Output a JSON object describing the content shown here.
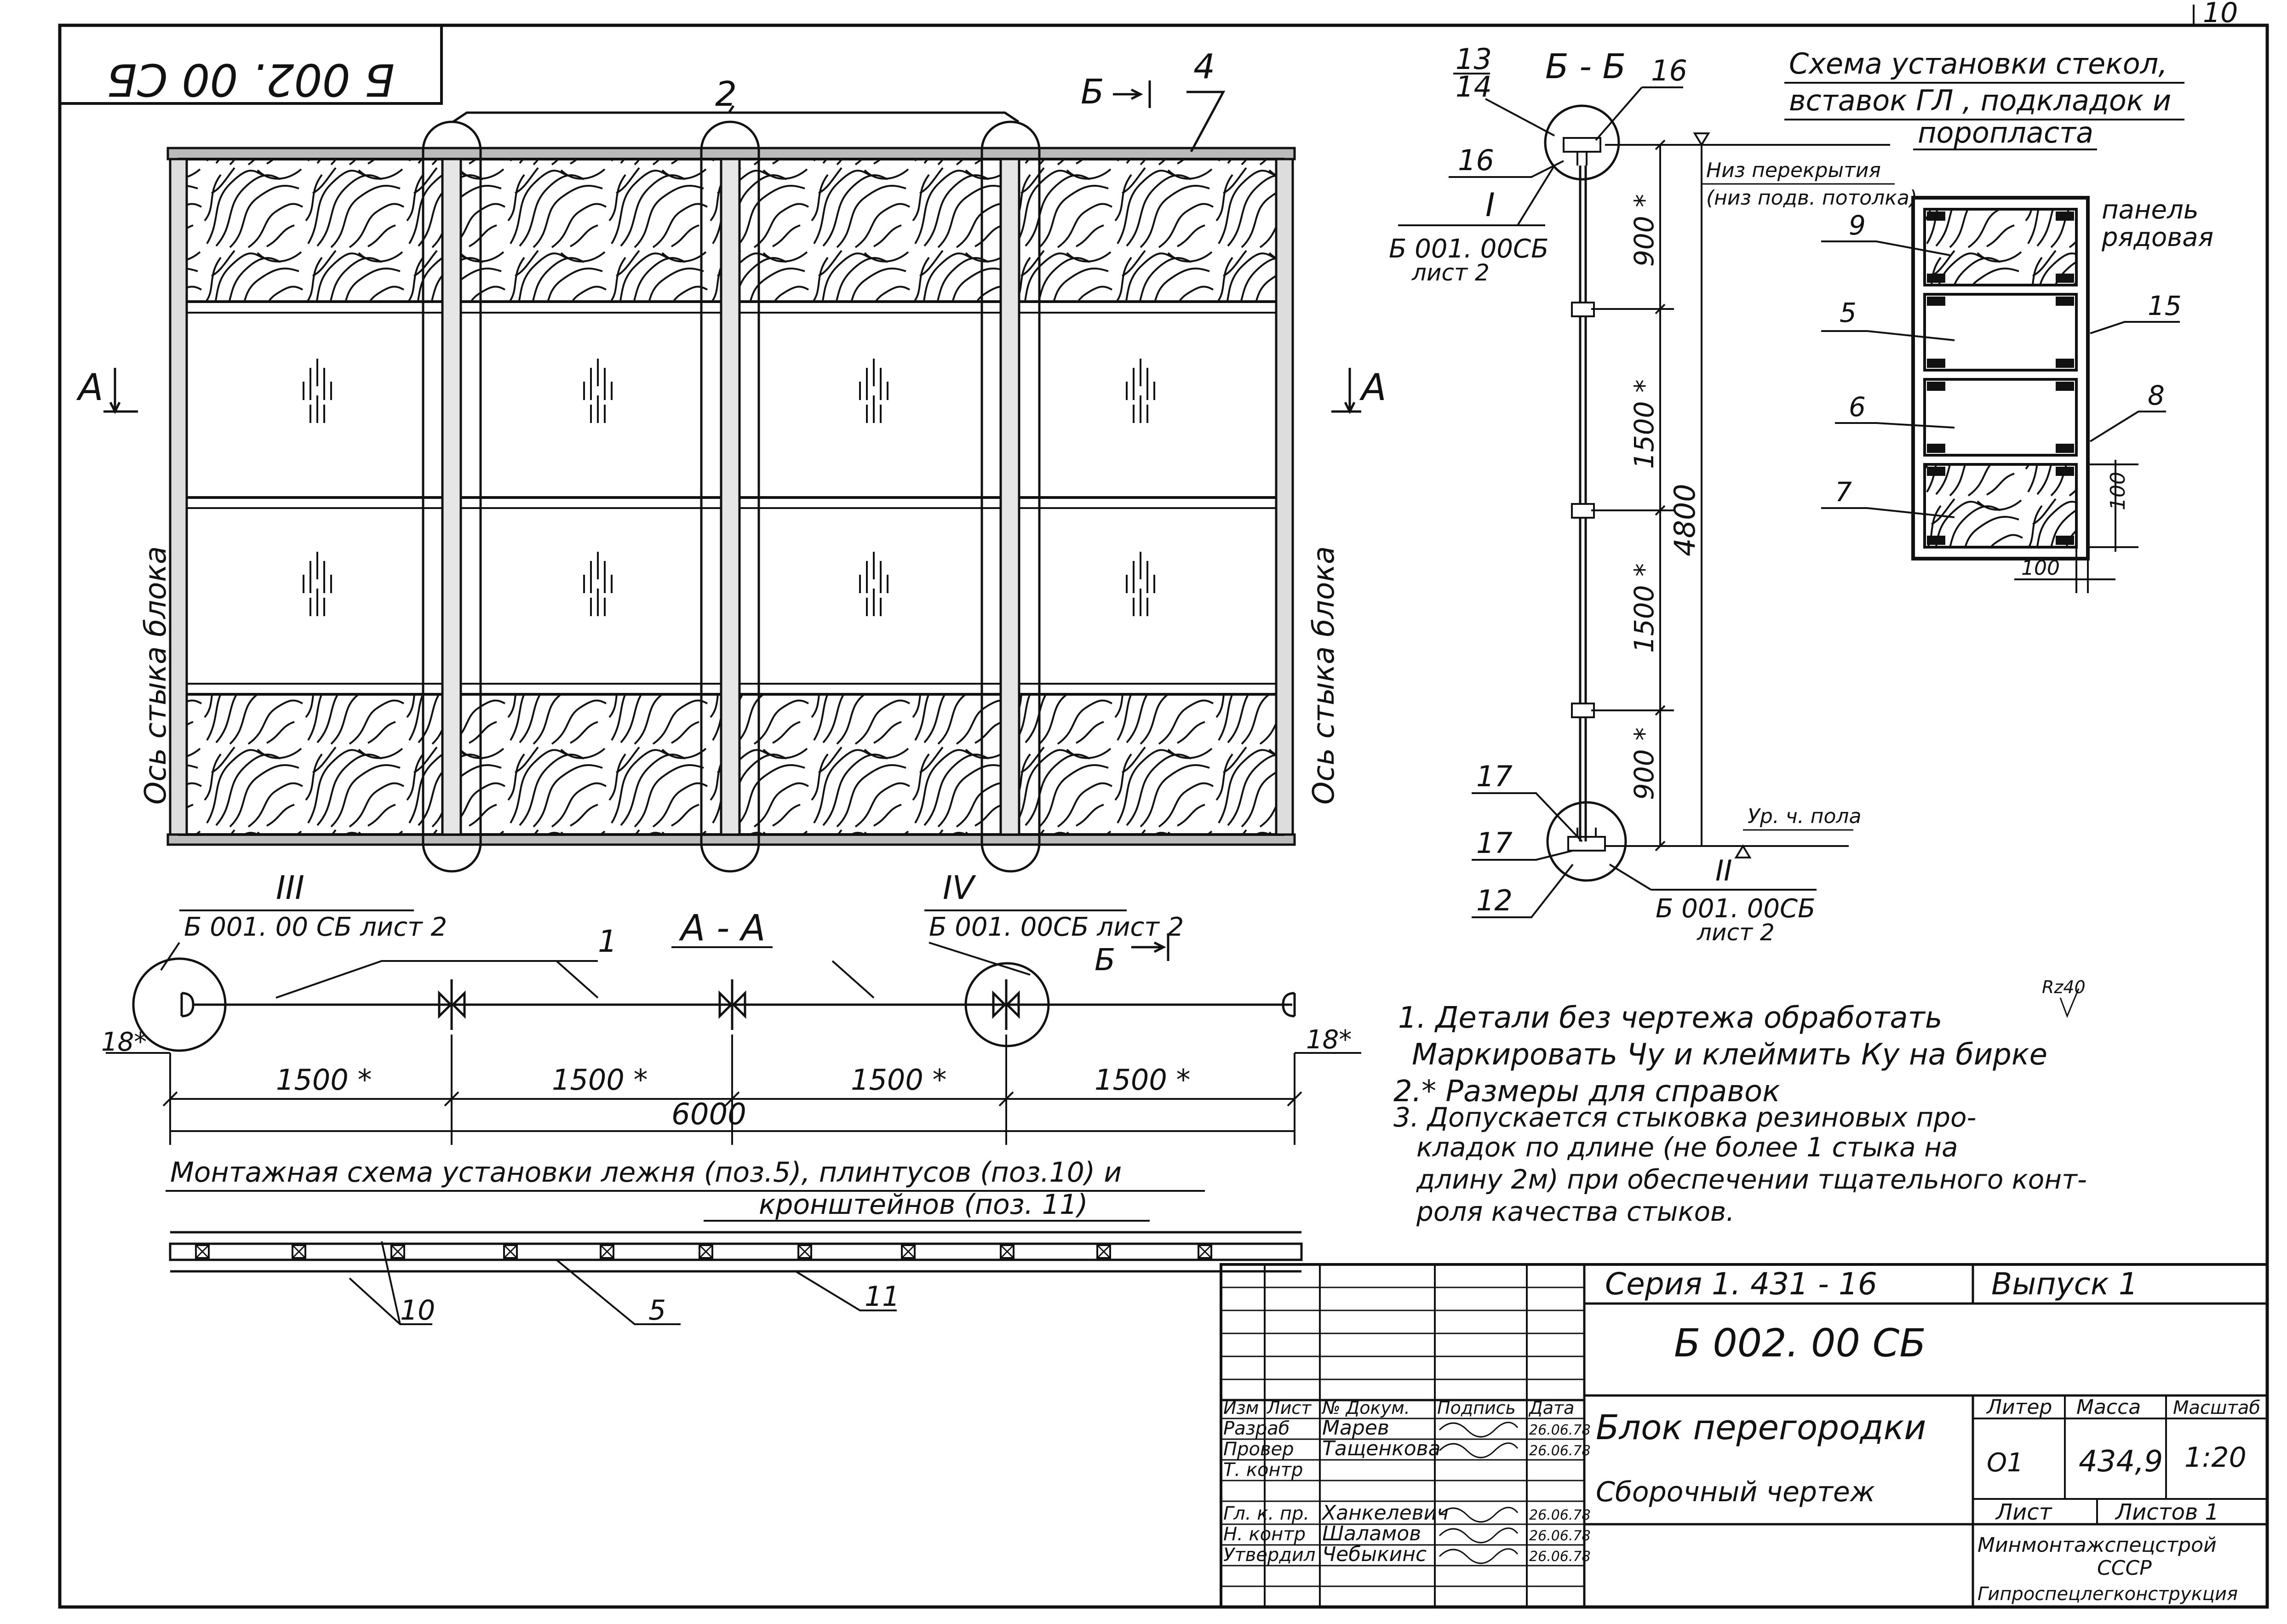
{
  "sheet": {
    "page_number": "10",
    "doc_code": "Б 002. 00 СБ",
    "series": "Серия 1. 431 - 16",
    "issue": "Выпуск 1"
  },
  "elevation": {
    "section_a_marker": "А",
    "section_b_marker": "Б",
    "label_axis_left": "Ось стыка блока",
    "label_axis_right": "Ось стыка блока",
    "pos_2": "2",
    "pos_4": "4"
  },
  "section_bb": {
    "title": "Б - Б",
    "callout_13_14": [
      "13",
      "14"
    ],
    "pos_16": "16",
    "pos_17": "17",
    "pos_12": "12",
    "ceiling_note": [
      "Низ перекрытия",
      "(низ подв. потолка)"
    ],
    "floor_note": "Ур. ч. пола",
    "node_1": {
      "roman": "I",
      "ref": "Б 001. 00СБ",
      "sheet": "лист 2"
    },
    "node_2": {
      "roman": "II",
      "ref": "Б 001. 00СБ",
      "sheet": "лист 2"
    },
    "dims": [
      "900 *",
      "1500 *",
      "1500 *",
      "900 *"
    ],
    "total": "4800"
  },
  "glass_scheme": {
    "title": [
      "Схема установки стекол,",
      "вставок ГЛ , подкладок и",
      "поропласта"
    ],
    "panel_label": [
      "панель",
      "рядовая"
    ],
    "pos": [
      "9",
      "5",
      "6",
      "7",
      "15",
      "8"
    ],
    "dim_v": "100",
    "dim_h": "100"
  },
  "section_aa": {
    "title": "А - А",
    "pos_1": "1",
    "node_3": {
      "roman": "III",
      "ref": "Б 001. 00 СБ лист 2"
    },
    "node_4": {
      "roman": "IV",
      "ref": "Б 001. 00СБ лист 2"
    },
    "marker_b": "Б",
    "dim_edge": "18*",
    "dims": [
      "1500 *",
      "1500 *",
      "1500 *",
      "1500 *"
    ],
    "total": "6000"
  },
  "mounting": {
    "title": "Монтажная схема установки лежня (поз.5), плинтусов (поз.10) и",
    "title_line2": "кронштейнов (поз. 11)",
    "pos": [
      "10",
      "5",
      "11"
    ]
  },
  "notes": {
    "roughness": "Rz40",
    "items": [
      "1. Детали без чертежа обработать",
      "Маркировать Чу и клеймить Ку на бирке",
      "2.* Размеры для справок",
      "3. Допускается стыковка резиновых про-",
      "кладок по длине (не более 1 стыка на",
      "длину 2м) при обеспечении тщательного конт-",
      "роля качества стыков."
    ]
  },
  "title_block": {
    "name": "Блок перегородки",
    "subtitle": "Сборочный чертеж",
    "headers": [
      "Изм",
      "Лист",
      "№ Докум.",
      "Подпись",
      "Дата"
    ],
    "rows": [
      {
        "role": "Разраб",
        "name": "Марев",
        "date": "26.06.78"
      },
      {
        "role": "Провер",
        "name": "Тащенкова",
        "date": "26.06.78"
      },
      {
        "role": "Т. контр",
        "name": "",
        "date": ""
      },
      {
        "role": "Гл. к. пр.",
        "name": "Ханкелевич",
        "date": "26.06.78"
      },
      {
        "role": "Н. контр",
        "name": "Шаламов",
        "date": "26.06.78"
      },
      {
        "role": "Утвердил",
        "name": "Чебыкинс",
        "date": "26.06.78"
      }
    ],
    "col_liter": "Литер",
    "col_mass": "Масса",
    "col_scale": "Масштаб",
    "liter": "O1",
    "mass": "434,9",
    "scale": "1:20",
    "sheet_label": "Лист",
    "sheets_label": "Листов 1",
    "org": [
      "Минмонтажспецстрой",
      "СССР",
      "Гипроспецлегконструкция"
    ]
  }
}
